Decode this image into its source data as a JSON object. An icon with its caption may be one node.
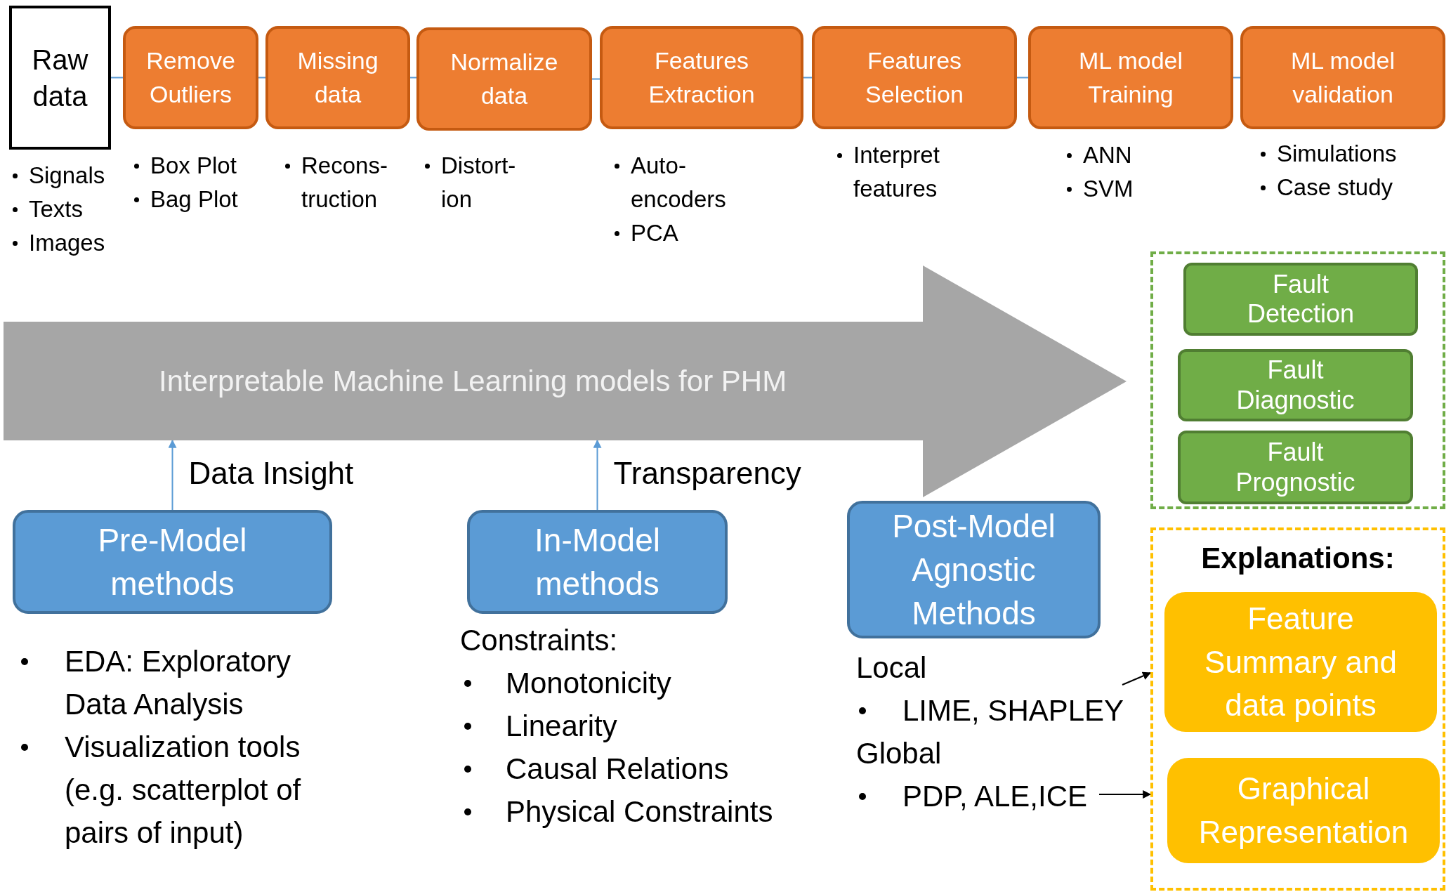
{
  "diagram": {
    "nodes": [
      {
        "text": [
          "Raw data"
        ],
        "beside": [
          "Signals",
          "Texts",
          "Images"
        ]
      },
      {
        "text": [
          "Remove Outliers"
        ],
        "beside": [
          "Box Plot",
          "Bag Plot"
        ]
      },
      {
        "text": [
          "Missing data"
        ],
        "beside": [
          "Recons- truction"
        ]
      },
      {
        "text": [
          "Normalize data"
        ],
        "beside": [
          "Distort- ion"
        ]
      },
      {
        "text": [
          "Features Extraction"
        ],
        "beside": [
          "Auto- encoders",
          "PCA"
        ]
      },
      {
        "text": [
          "Features Selection"
        ],
        "beside": [
          "Interpret features"
        ]
      },
      {
        "text": [
          "ML model Training"
        ],
        "beside": [
          "ANN",
          "SVM"
        ]
      },
      {
        "text": [
          "ML model validation"
        ],
        "beside": [
          "Simulations",
          "Case study"
        ]
      },
      {
        "text": [
          "Interpretable Machine Learning models for PHM"
        ]
      },
      {
        "text": [],
        "shape": "box"
      },
      {
        "text": [
          "Fault Detection"
        ],
        "in": 9
      },
      {
        "text": [
          "Fault Diagnostic"
        ],
        "in": 9
      },
      {
        "text": [
          "Fault Prognostic"
        ],
        "in": 9
      },
      {
        "text": [
          "Pre-Model methods"
        ],
        "beside": [
          "EDA: Exploratory Data Analysis",
          "Visualization tools (e.g. scatterplot of pairs of input)"
        ]
      },
      {
        "text": [
          "In-Model methods"
        ],
        "beside": [
          "Constraints:",
          "Monotonicity",
          "Linearity",
          "Causal Relations",
          "Physical Constraints"
        ]
      },
      {
        "text": [
          "Post-Model Agnostic Methods"
        ],
        "beside": [
          "Local",
          "LIME, SHAPLEY",
          "Global",
          "PDP, ALE,ICE"
        ]
      },
      {
        "text": [
          "Explanations:"
        ]
      },
      {
        "text": [
          "Feature Summary and data points"
        ],
        "in": 16
      },
      {
        "text": [
          "Graphical Representation"
        ],
        "in": 16
      }
    ],
    "edges": [
      {
        "from": 0,
        "to": 1,
        "arrow": "none"
      },
      {
        "from": 1,
        "to": 2,
        "arrow": "none"
      },
      {
        "from": 2,
        "to": 3,
        "arrow": "none"
      },
      {
        "from": 3,
        "to": 4,
        "arrow": "none"
      },
      {
        "from": 4,
        "to": 5,
        "arrow": "none"
      },
      {
        "from": 5,
        "to": 6,
        "arrow": "none"
      },
      {
        "from": 6,
        "to": 7,
        "arrow": "none"
      },
      {
        "from": 13,
        "to": 8,
        "arrow": "to",
        "label": "Data Insight"
      },
      {
        "from": 14,
        "to": 8,
        "arrow": "to",
        "label": "Transparency"
      },
      {
        "from": 15,
        "to": 16,
        "arrow": "to",
        "color": "#000000"
      },
      {
        "from": 15,
        "to": 16,
        "arrow": "to",
        "color": "#000000"
      }
    ]
  }
}
